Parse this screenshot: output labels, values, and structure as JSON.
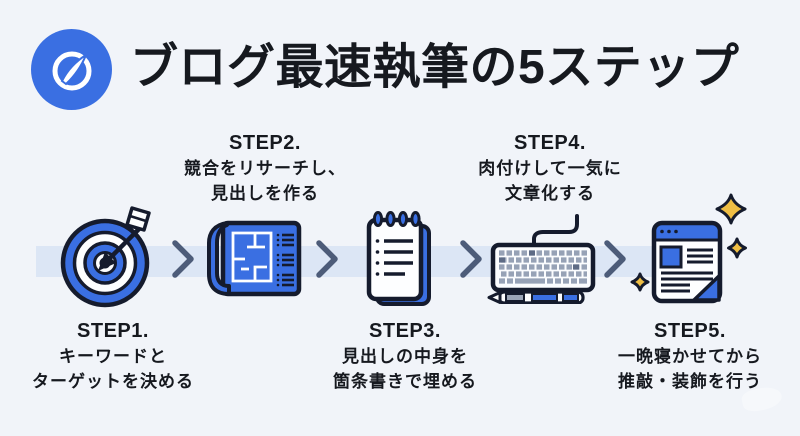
{
  "page": {
    "title": "ブログ最速執筆の5ステップ"
  },
  "logo": {
    "icon": "speed-compass-icon",
    "bg_color": "#3A6FE2",
    "fg_color": "#FFFFFF"
  },
  "flow": {
    "direction": "left-to-right",
    "connector_icon": "chevron-right-icon",
    "steps": [
      {
        "id": "STEP1.",
        "lines": [
          "キーワードと",
          "ターゲットを決める"
        ],
        "icon": "dartboard-target-icon",
        "label_position": "below"
      },
      {
        "id": "STEP2.",
        "lines": [
          "競合をリサーチし、",
          "見出しを作る"
        ],
        "icon": "blueprint-icon",
        "label_position": "above"
      },
      {
        "id": "STEP3.",
        "lines": [
          "見出しの中身を",
          "箇条書きで埋める"
        ],
        "icon": "notepad-list-icon",
        "label_position": "below"
      },
      {
        "id": "STEP4.",
        "lines": [
          "肉付けして一気に",
          "文章化する"
        ],
        "icon": "keyboard-pen-icon",
        "label_position": "above"
      },
      {
        "id": "STEP5.",
        "lines": [
          "一晩寝かせてから",
          "推敲・装飾を行う"
        ],
        "icon": "article-sparkles-icon",
        "label_position": "below"
      }
    ]
  },
  "colors": {
    "background": "#F1F4F9",
    "accent_blue": "#3A6FE2",
    "band": "#DCE6F5",
    "outline": "#151B2D",
    "text": "#16191F",
    "chevron": "#4D5C79",
    "sparkle_gold": "#EFBE44",
    "key_gray": "#97A2B6"
  }
}
